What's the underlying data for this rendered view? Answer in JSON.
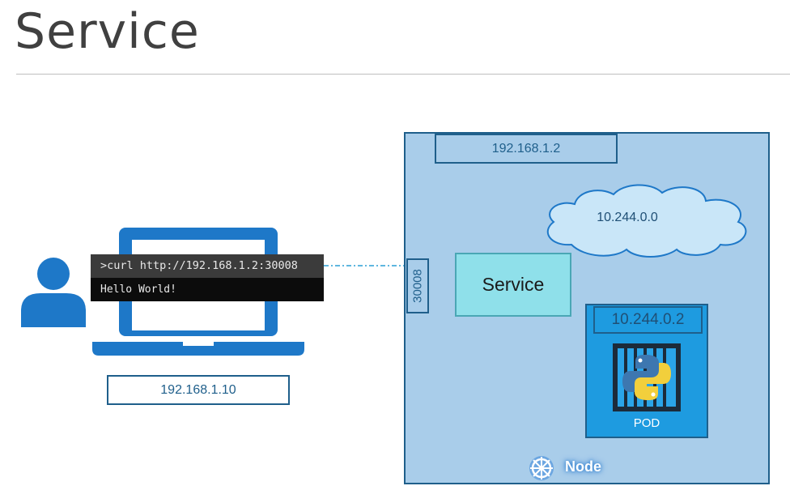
{
  "title": "Service",
  "client": {
    "terminal_command": ">curl http://192.168.1.2:30008",
    "terminal_output": "Hello World!",
    "ip": "192.168.1.10"
  },
  "node": {
    "ip": "192.168.1.2",
    "port": "30008",
    "network": "10.244.0.0",
    "service_label": "Service",
    "label": "Node"
  },
  "pod": {
    "ip": "10.244.0.2",
    "label": "POD"
  },
  "icons": [
    "user-icon",
    "laptop-icon",
    "cloud-icon",
    "python-container-icon",
    "kubernetes-wheel-icon"
  ],
  "colors": {
    "node_bg": "#a9cdea",
    "border": "#1f5f8b",
    "service_bg": "#8fe0ea",
    "pod_bg": "#1e9be0",
    "icon_blue": "#1e78c8"
  }
}
